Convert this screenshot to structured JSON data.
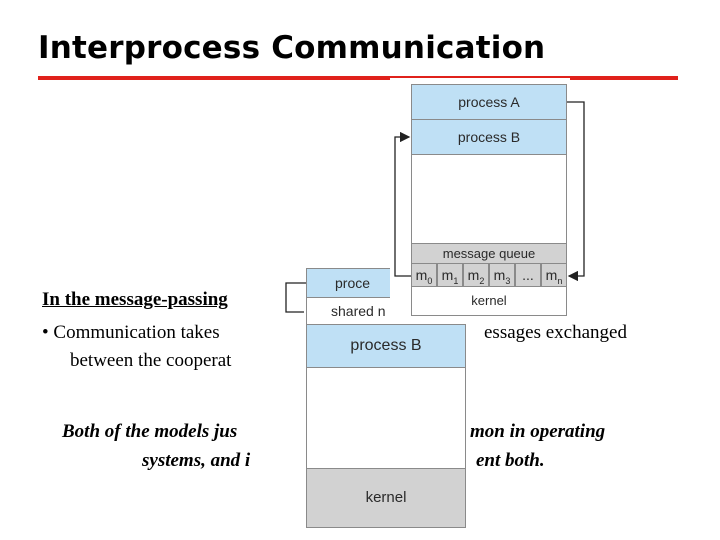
{
  "slide": {
    "title": "Interprocess Communication",
    "mp_heading": "In the message-passing",
    "bullet_start": "• Communication takes",
    "bullet_end": "essages exchanged",
    "bullet_line2": "between the cooperat",
    "note_line1_start": "Both of the models jus",
    "note_line1_end": "mon in operating",
    "note_line2_start": "systems, and i",
    "note_line2_end": "ent both."
  },
  "mp_diagram": {
    "process_a": "process A",
    "process_b": "process B",
    "message_queue": "message queue",
    "queue_cells": [
      {
        "base": "m",
        "sub": "0"
      },
      {
        "base": "m",
        "sub": "1"
      },
      {
        "base": "m",
        "sub": "2"
      },
      {
        "base": "m",
        "sub": "3"
      },
      {
        "base": "...",
        "sub": ""
      },
      {
        "base": "m",
        "sub": "n"
      }
    ],
    "kernel": "kernel"
  },
  "sm_diagram": {
    "process_a_partial": "proce",
    "shared_memory_partial": "shared n",
    "process_b": "process B",
    "kernel": "kernel"
  },
  "colors": {
    "title_rule": "#e0211b",
    "process_fill": "#bfe0f5",
    "kernel_fill": "#d2d2d2"
  }
}
